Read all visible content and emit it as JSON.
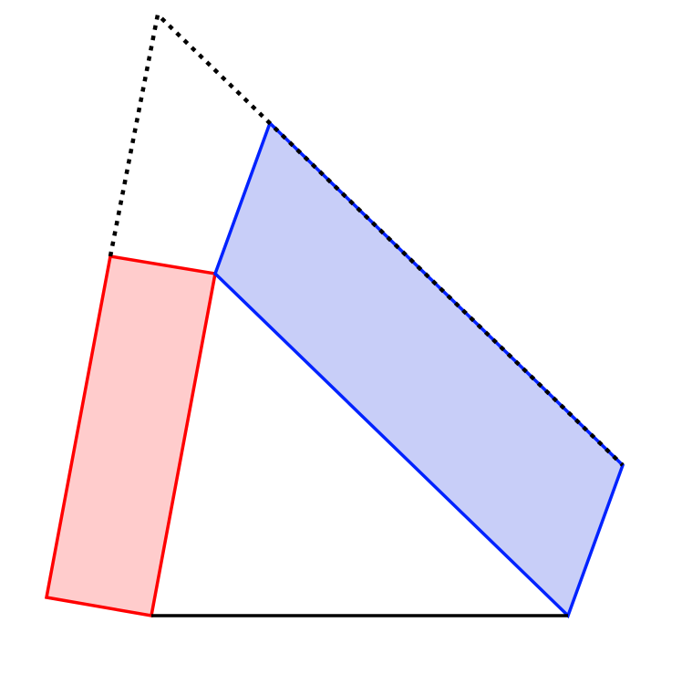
{
  "diagram": {
    "colors": {
      "background": "#ffffff",
      "red_outline": "#ff0000",
      "red_fill": "#ffcccc",
      "blue_outline": "#0022ff",
      "blue_fill": "#c8cef8",
      "black": "#000000"
    },
    "shapes": [
      {
        "name": "red-rectangle",
        "kind": "filled polygon",
        "outline": "red_outline",
        "fill": "red_fill"
      },
      {
        "name": "blue-parallelogram",
        "kind": "filled polygon",
        "outline": "blue_outline",
        "fill": "blue_fill"
      },
      {
        "name": "base-segment",
        "kind": "solid line",
        "outline": "black"
      },
      {
        "name": "dotted-outline",
        "kind": "dotted polyline",
        "outline": "black"
      }
    ]
  }
}
